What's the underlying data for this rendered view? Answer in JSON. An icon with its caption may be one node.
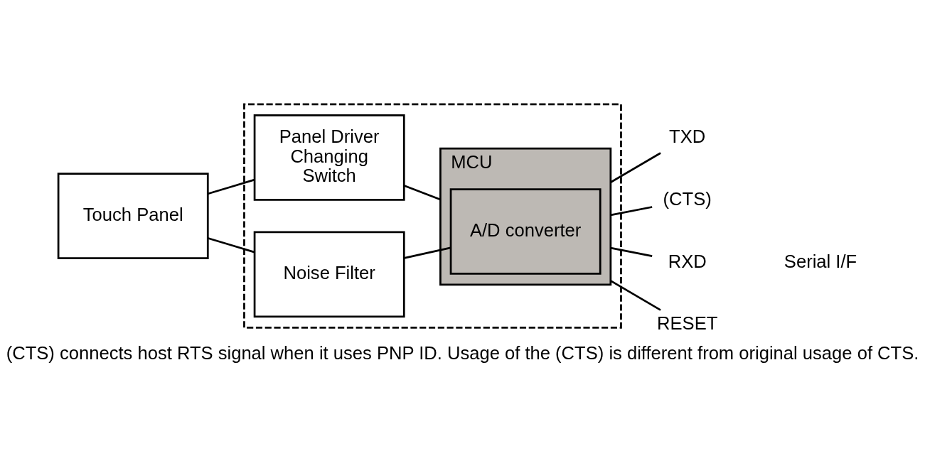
{
  "diagram": {
    "caption": "(CTS) connects host RTS signal when it uses PNP ID. Usage of the (CTS) is different from original usage of CTS.",
    "nodes": [
      {
        "text": [],
        "shape": "box"
      },
      {
        "text": [
          "Touch Panel"
        ]
      },
      {
        "text": [
          "Panel Driver Changing Switch"
        ],
        "in": 0
      },
      {
        "text": [
          "MCU"
        ],
        "in": 0
      },
      {
        "text": [
          "A/D converter"
        ],
        "in": 3
      },
      {
        "text": [
          "Noise Filter"
        ],
        "in": 0
      },
      {
        "text": [
          "TXD"
        ]
      },
      {
        "text": [
          "RXD"
        ]
      },
      {
        "text": [
          "RESET"
        ]
      },
      {
        "text": [
          "(CTS)"
        ]
      }
    ],
    "edges": [
      {
        "from": 1,
        "to": 2,
        "arrow": "none"
      },
      {
        "from": 1,
        "to": 5,
        "arrow": "none"
      },
      {
        "from": 2,
        "to": 3,
        "arrow": "none"
      },
      {
        "from": 5,
        "to": 4,
        "arrow": "none"
      },
      {
        "from": 3,
        "to": 6,
        "arrow": "none"
      },
      {
        "from": 3,
        "to": 7,
        "arrow": "none"
      },
      {
        "from": 3,
        "to": 8,
        "arrow": "none"
      },
      {
        "from": 3,
        "to": 9,
        "arrow": "none"
      }
    ],
    "labels": [
      "Serial I/F"
    ]
  }
}
